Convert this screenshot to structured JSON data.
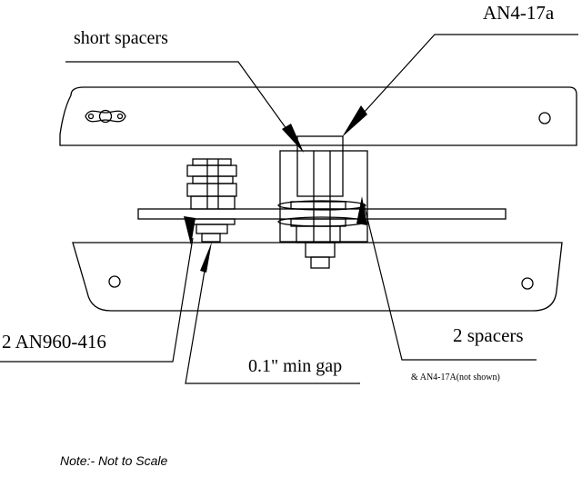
{
  "labels": {
    "an4_17a": "AN4-17a",
    "short_spacers": "short spacers",
    "an960_416": "2 AN960-416",
    "spacers_2": "2 spacers",
    "min_gap": "0.1\" min gap",
    "an4_17a_not_shown": "& AN4-17A(not shown)",
    "scale_note": "Note:- Not to Scale"
  },
  "colors": {
    "line": "#000000",
    "background": "#ffffff"
  }
}
